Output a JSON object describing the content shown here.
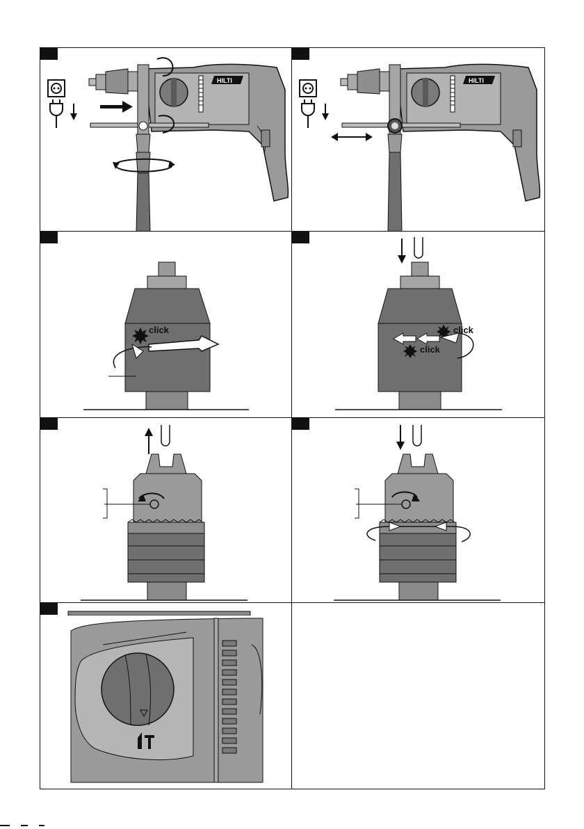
{
  "figures": [
    {
      "id": "fig-1",
      "caption_marker": ""
    },
    {
      "id": "fig-2",
      "caption_marker": ""
    },
    {
      "id": "fig-3",
      "caption_marker": "",
      "labels": {
        "click": "click"
      }
    },
    {
      "id": "fig-4",
      "caption_marker": "",
      "labels": {
        "click_1": "click",
        "click_2": "click"
      }
    },
    {
      "id": "fig-5",
      "caption_marker": ""
    },
    {
      "id": "fig-6",
      "caption_marker": ""
    },
    {
      "id": "fig-7",
      "caption_marker": ""
    },
    {
      "id": "fig-8",
      "caption_marker": ""
    }
  ],
  "brand_label": "HILTI",
  "colors": {
    "body_grey": "#9a9a9a",
    "dark_grey": "#6f6f6f",
    "line": "#111111",
    "panel_bg": "#ffffff"
  },
  "icons": [
    "power-socket-icon",
    "plug-icon",
    "down-arrow-icon",
    "rotate-arrow-icon",
    "double-arrow-icon",
    "click-burst-icon",
    "bit-icon",
    "hammer-mode-icon"
  ]
}
